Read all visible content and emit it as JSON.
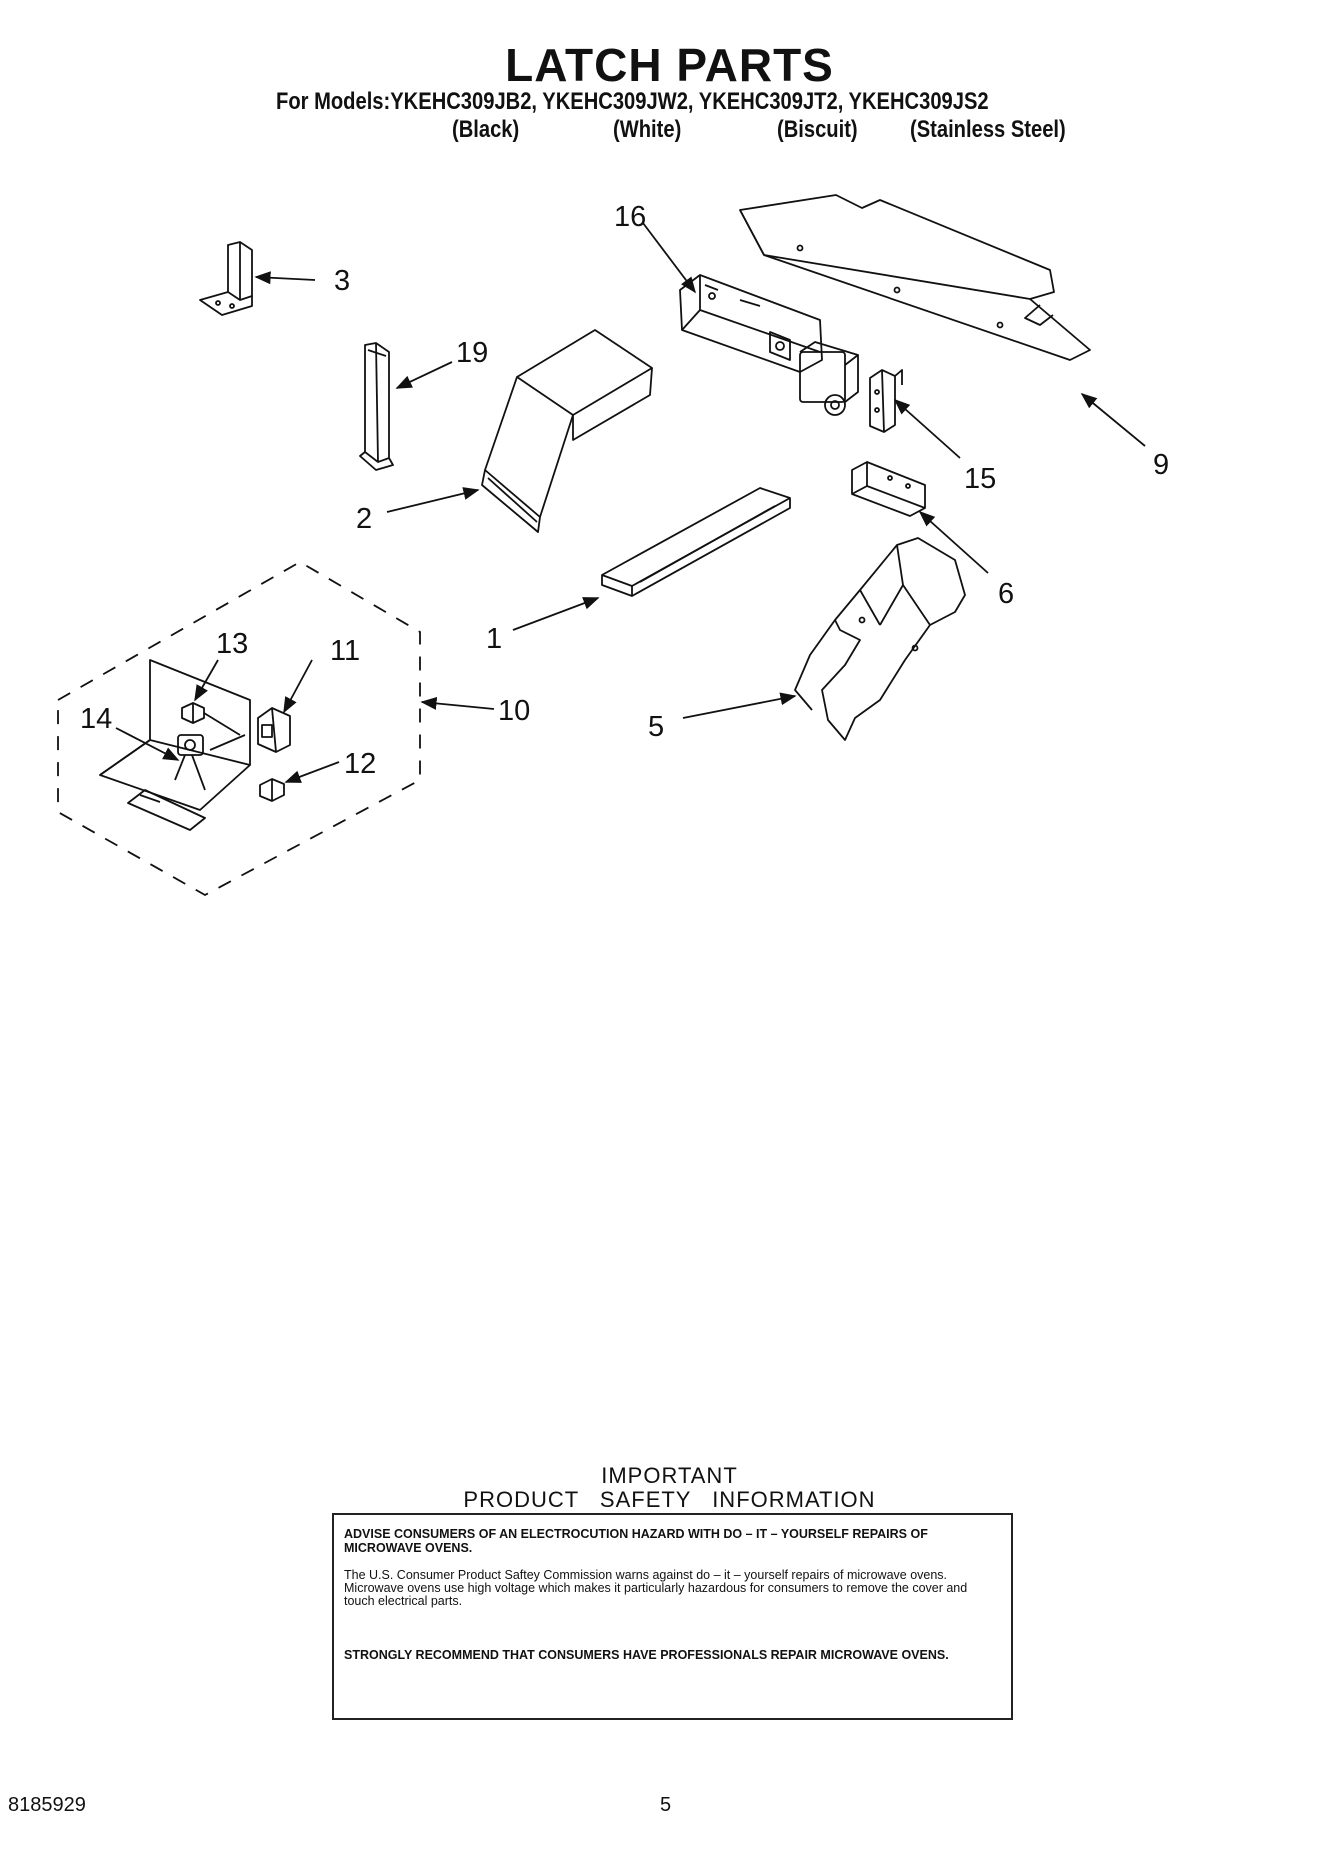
{
  "header": {
    "title": "LATCH PARTS",
    "models_line": "For Models:YKEHC309JB2, YKEHC309JW2, YKEHC309JT2, YKEHC309JS2",
    "variants": [
      "(Black)",
      "(White)",
      "(Biscuit)",
      "(Stainless Steel)"
    ]
  },
  "callouts": {
    "c1": "1",
    "c2": "2",
    "c3": "3",
    "c5": "5",
    "c6": "6",
    "c9": "9",
    "c10": "10",
    "c11": "11",
    "c12": "12",
    "c13": "13",
    "c14": "14",
    "c15": "15",
    "c16": "16",
    "c19": "19"
  },
  "safety": {
    "heading1": "IMPORTANT",
    "heading2": "PRODUCT SAFETY INFORMATION",
    "advise": "ADVISE CONSUMERS OF AN ELECTROCUTION HAZARD WITH DO – IT – YOURSELF REPAIRS OF MICROWAVE OVENS.",
    "body": "The U.S. Consumer Product Saftey Commission warns against do – it – yourself repairs of microwave ovens. Microwave ovens use high voltage which makes it particularly hazardous for consumers to remove the cover and touch electrical parts.",
    "recommend": "STRONGLY RECOMMEND THAT CONSUMERS HAVE PROFESSIONALS REPAIR MICROWAVE OVENS."
  },
  "footer": {
    "doc_number": "8185929",
    "page_number": "5"
  }
}
